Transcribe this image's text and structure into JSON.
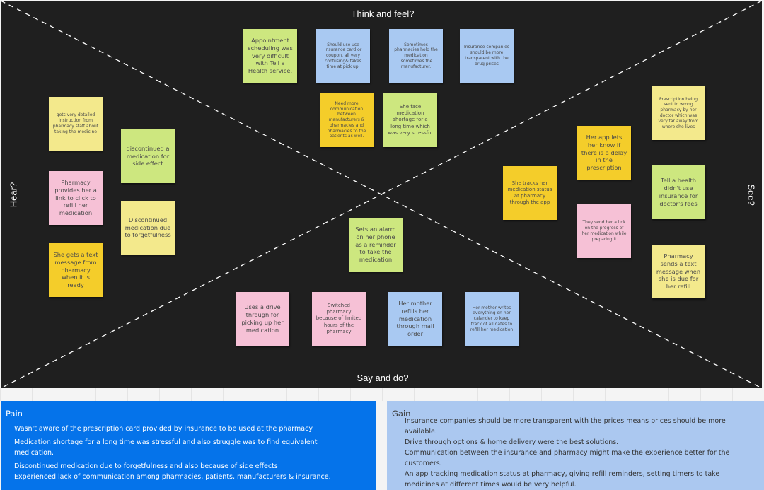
{
  "quadrants": {
    "top": "Think and feel?",
    "bottom": "Say and do?",
    "left": "Hear?",
    "right": "See?"
  },
  "notes": {
    "think": [
      {
        "text": "Appointment scheduling was very difficult with Tell a Health service.",
        "color": "green"
      },
      {
        "text": "Should use use insurance card or coupon, all very confusing& takes time at pick up.",
        "color": "blue"
      },
      {
        "text": "Sometimes pharmacies hold the medication ,sometimes the manufacturer.",
        "color": "blue"
      },
      {
        "text": "Insurance companies should be more transparent with the drug prices",
        "color": "blue"
      },
      {
        "text": "Need more communication between manufacturers & pharmacies and pharmacies to the patients as well.",
        "color": "orange"
      },
      {
        "text": "She face medication shortage for a long time which was very stressful",
        "color": "green"
      }
    ],
    "hear": [
      {
        "text": "gets very detailed instruction from pharmacy staff about taking the medicine",
        "color": "yellow"
      },
      {
        "text": "discontinued a medication for side effect",
        "color": "green"
      },
      {
        "text": "Pharmacy provides her a link to click to refill her medication",
        "color": "pink"
      },
      {
        "text": "Discontinued medication due to forgetfulness",
        "color": "yellow"
      },
      {
        "text": "She gets a text message from pharmacy when it is ready",
        "color": "orange"
      }
    ],
    "see": [
      {
        "text": "Prescription being sent to wrong pharmacy by her doctor which was very far away from where she lives",
        "color": "yellow"
      },
      {
        "text": "Her app lets her know if there is a delay in the prescription",
        "color": "orange"
      },
      {
        "text": "She tracks her medication status at pharmacy through the app",
        "color": "orange"
      },
      {
        "text": "Tell a health didn't use insurance for doctor's fees",
        "color": "green"
      },
      {
        "text": "They send her a link on the progress of her medication while preparing it",
        "color": "pink"
      },
      {
        "text": "Pharmacy sends a text message when she is due for her refill",
        "color": "yellow"
      }
    ],
    "say": [
      {
        "text": "Sets an alarm on her phone as a reminder to take the medication",
        "color": "green"
      },
      {
        "text": "Uses a drive through for picking up her medication",
        "color": "pink"
      },
      {
        "text": "Switched pharmacy because of limited hours of the pharmacy",
        "color": "pink"
      },
      {
        "text": "Her mother refills her medication through mail order",
        "color": "blue"
      },
      {
        "text": "Her mother writes everything on her calander to keep track of all dates to refill her medication",
        "color": "blue"
      }
    ]
  },
  "pain": {
    "title": "Pain",
    "items": [
      "Wasn't aware of the prescription card provided by insurance to be used at the pharmacy",
      "Medication shortage for a long time was stressful and also struggle was to find equivalent medication.",
      "Discontinued medication due to forgetfulness and also because of side effects",
      "Experienced lack of communication among pharmacies, patients, manufacturers & insurance."
    ]
  },
  "gain": {
    "title": "Gain",
    "items": [
      "Insurance companies should be more transparent with the prices means prices should be more available.",
      "Drive through options & home delivery were the best solutions.",
      "Communication between the insurance and pharmacy might make the experience better for the customers.",
      "An app tracking medication status at pharmacy, giving refill reminders, setting timers to take medicines at different times would be very helpful."
    ]
  }
}
